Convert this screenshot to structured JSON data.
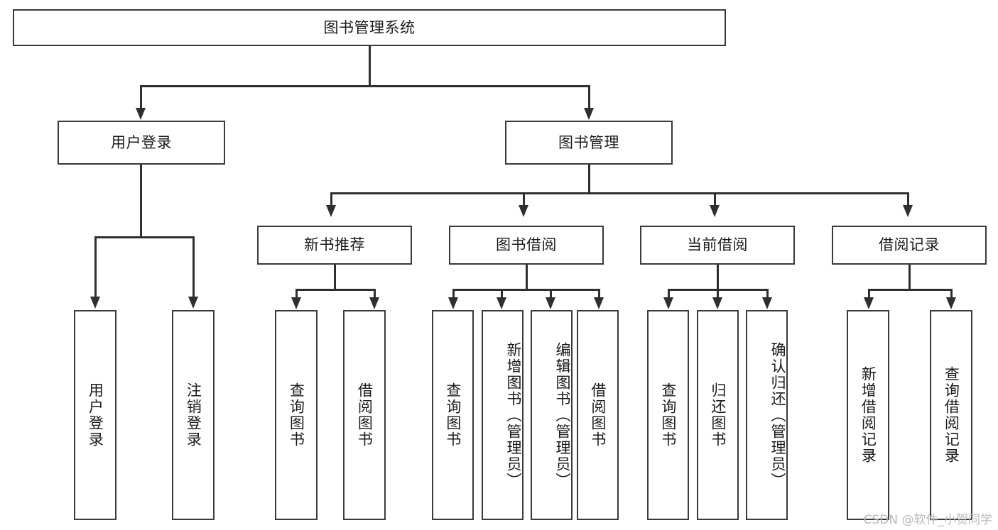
{
  "diagram": {
    "title": "图书管理系统",
    "root": {
      "id": "root",
      "label": "图书管理系统"
    },
    "level2": [
      {
        "id": "user-login",
        "label": "用户登录"
      },
      {
        "id": "book-management",
        "label": "图书管理"
      }
    ],
    "level3": [
      {
        "id": "new-book-recommend",
        "label": "新书推荐"
      },
      {
        "id": "book-borrow",
        "label": "图书借阅"
      },
      {
        "id": "current-borrow",
        "label": "当前借阅"
      },
      {
        "id": "borrow-record",
        "label": "借阅记录"
      }
    ],
    "leaves": {
      "user_login": [
        {
          "id": "leaf-user-login",
          "label": "用户登录"
        },
        {
          "id": "leaf-logout-login",
          "label": "注销登录"
        }
      ],
      "new_book_recommend": [
        {
          "id": "leaf-query-book-1",
          "label": "查询图书"
        },
        {
          "id": "leaf-borrow-book-1",
          "label": "借阅图书"
        }
      ],
      "book_borrow": [
        {
          "id": "leaf-query-book-2",
          "label": "查询图书"
        },
        {
          "id": "leaf-add-book",
          "label": "新增图书（管理员）"
        },
        {
          "id": "leaf-edit-book",
          "label": "编辑图书（管理员）"
        },
        {
          "id": "leaf-borrow-book-2",
          "label": "借阅图书"
        }
      ],
      "current_borrow": [
        {
          "id": "leaf-query-book-3",
          "label": "查询图书"
        },
        {
          "id": "leaf-return-book",
          "label": "归还图书"
        },
        {
          "id": "leaf-confirm-return",
          "label": "确认归还（管理员）"
        }
      ],
      "borrow_record": [
        {
          "id": "leaf-add-record",
          "label": "新增借阅记录"
        },
        {
          "id": "leaf-query-record",
          "label": "查询借阅记录"
        }
      ]
    }
  },
  "watermark": {
    "text": "CSDN @软件_小贺同学"
  },
  "colors": {
    "box_border": "#3a3a3a",
    "connector": "#2f2f2f",
    "background": "#ffffff",
    "text": "#1a1a1a",
    "watermark": "#b9b9b9"
  }
}
